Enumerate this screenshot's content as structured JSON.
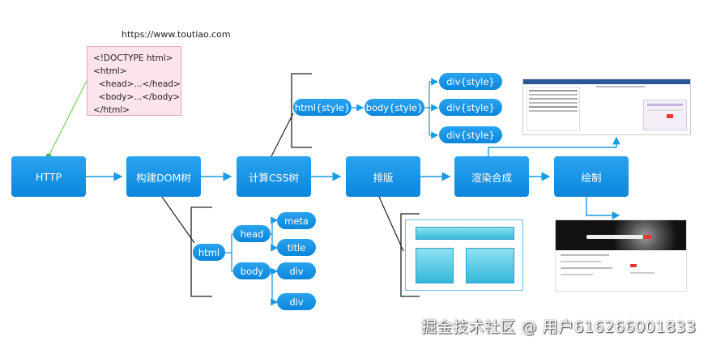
{
  "url": "https://www.toutiao.com",
  "code_lines": [
    "<!DOCTYPE html>",
    "<html>",
    "  <head>...</head>",
    "  <body>...</body>",
    "</html>"
  ],
  "steps": {
    "http": "HTTP",
    "dom": "构建DOM树",
    "css": "计算CSS树",
    "layout": "排版",
    "composite": "渲染合成",
    "paint": "绘制"
  },
  "dom_tree": {
    "html": "html",
    "head": "head",
    "body": "body",
    "meta": "meta",
    "title": "title",
    "div1": "div",
    "div2": "div"
  },
  "css_tree": {
    "html": "html{style}",
    "body": "body{style}",
    "div1": "div{style}",
    "div2": "div{style}",
    "div3": "div{style}"
  },
  "watermark": "掘金技术社区 @ 用户616266001833",
  "colors": {
    "accent": "#0b86db",
    "arrow": "#1a9be6",
    "code_bg": "#fce4ec",
    "connector": "#7fd36b"
  }
}
